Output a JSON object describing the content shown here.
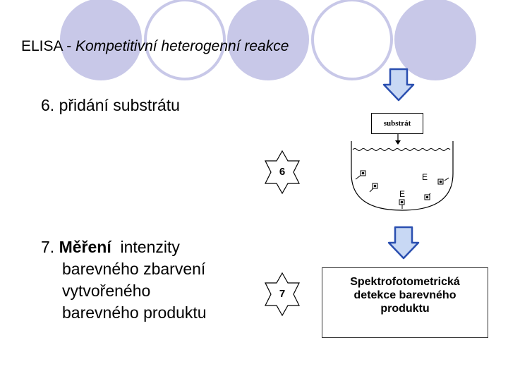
{
  "title": {
    "prefix": "ELISA - ",
    "italic": "Kompetitivní  heterogenní reakce"
  },
  "step6": {
    "label": "6. přidání substrátu",
    "badge": "6"
  },
  "step7": {
    "number": "7. ",
    "bold": "Měření",
    "rest_line1": "  intenzity",
    "line2": "barevného zbarvení",
    "line3": "vytvořeného",
    "line4": "barevného produktu",
    "badge": "7"
  },
  "diagram": {
    "substrate_label": "substrát",
    "enzyme_label_1": "E",
    "enzyme_label_2": "E"
  },
  "result_box": {
    "line1": "Spektrofotometrická",
    "line2": "detekce barevného",
    "line3": "produktu"
  },
  "colors": {
    "circle": "#c8c8e8",
    "arrow_fill": "#c8d8f4",
    "arrow_stroke": "#2a4fb0",
    "star_fill": "#ffffff",
    "star_stroke": "#000000"
  }
}
